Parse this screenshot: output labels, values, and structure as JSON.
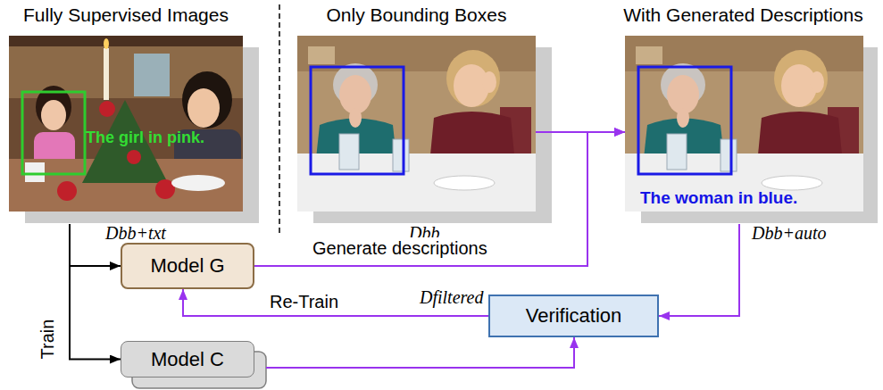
{
  "diagram": {
    "nodes": [
      {
        "text": [
          "Fully Supervised Images",
          "The girl in pink.",
          "Dbb+txt"
        ]
      },
      {
        "text": [
          "Only Bounding Boxes",
          "Dbb"
        ]
      },
      {
        "text": [
          "With Generated Descriptions",
          "The woman in blue.",
          "Dbb+auto"
        ]
      },
      {
        "text": [
          "Model G"
        ]
      },
      {
        "text": [
          "Verification"
        ]
      },
      {
        "text": [
          "Model C"
        ]
      }
    ],
    "edges": [
      {
        "from": 0,
        "to": 3,
        "arrow": "to"
      },
      {
        "from": 0,
        "to": 5,
        "arrow": "to"
      },
      {
        "from": 1,
        "to": 2,
        "arrow": "to"
      },
      {
        "from": 3,
        "to": 2,
        "arrow": "to",
        "label": "Generate descriptions"
      },
      {
        "from": 2,
        "to": 4,
        "arrow": "to"
      },
      {
        "from": 4,
        "to": 3,
        "arrow": "to",
        "label": "Re-Train"
      },
      {
        "from": 5,
        "to": 4,
        "arrow": "to"
      }
    ],
    "labels": [
      "Train",
      "Dfiltered"
    ]
  }
}
